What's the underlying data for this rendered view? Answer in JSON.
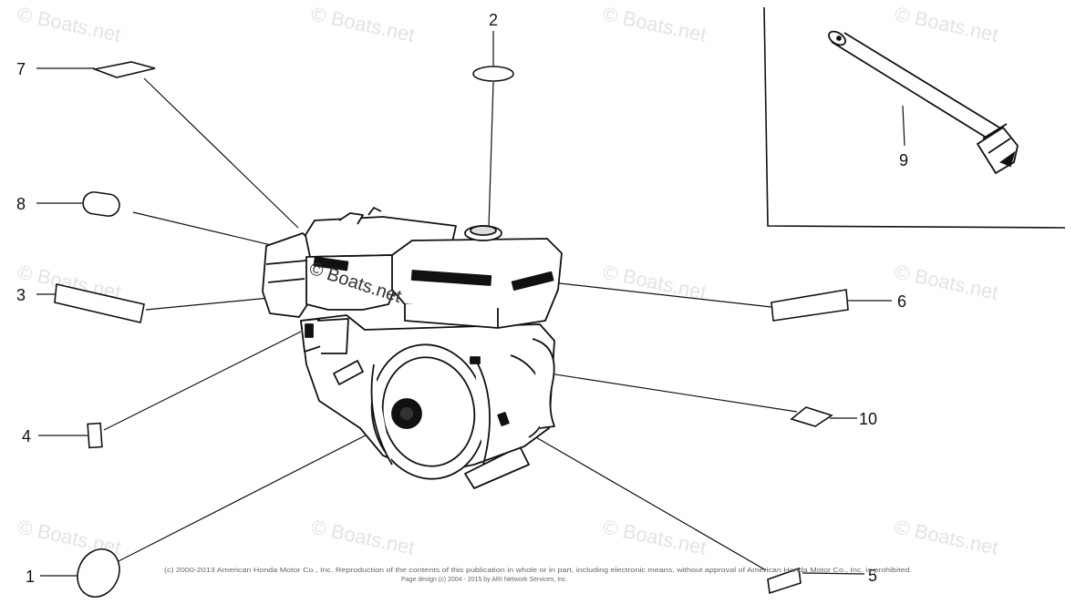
{
  "callouts": {
    "c1": "1",
    "c2": "2",
    "c3": "3",
    "c4": "4",
    "c5": "5",
    "c6": "6",
    "c7": "7",
    "c8": "8",
    "c9": "9",
    "c10": "10"
  },
  "watermark": "© Boats.net",
  "center_watermark": "© Boats.net",
  "footer": {
    "line1": "(c) 2000-2013 American Honda Motor Co., Inc. Reproduction of the contents of this publication in whole or in part, including electronic means, without approval of American Honda Motor Co., Inc. is prohibited.",
    "line2": "Page design (c) 2004 - 2015 by ARI Network Services, Inc."
  },
  "colors": {
    "line": "#111111",
    "watermark": "#e3e3e3"
  }
}
